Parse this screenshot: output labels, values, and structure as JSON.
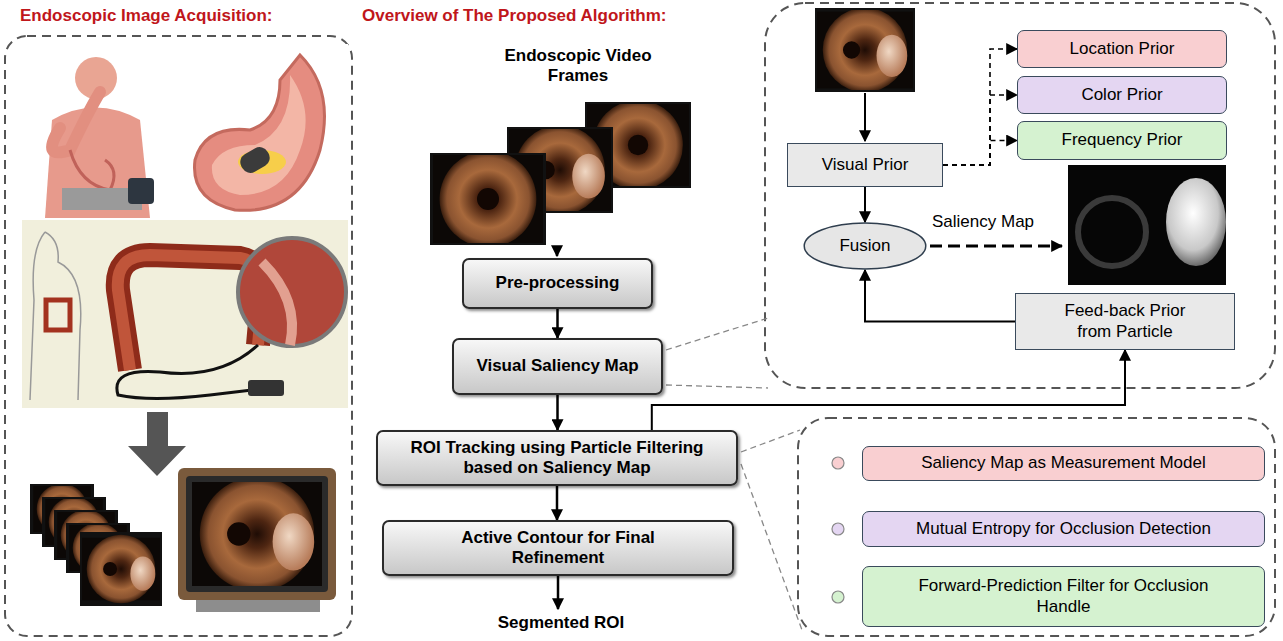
{
  "diagram": {
    "nodes": [
      {
        "text": [
          "Pre-processing"
        ]
      },
      {
        "text": [
          "Visual Saliency Map"
        ]
      },
      {
        "text": [
          "ROI Tracking using Particle Filtering based on Saliency Map"
        ]
      },
      {
        "text": [
          "Active Contour for Final Refinement"
        ]
      },
      {
        "text": [
          "Segmented ROI"
        ]
      },
      {
        "text": [
          "Visual Prior"
        ]
      },
      {
        "text": [
          "Location Prior"
        ]
      },
      {
        "text": [
          "Color Prior"
        ]
      },
      {
        "text": [
          "Frequency Prior"
        ]
      },
      {
        "text": [
          "Fusion"
        ]
      },
      {
        "text": [
          "Feed-back Prior from Particle"
        ]
      },
      {
        "text": [
          "Saliency Map as Measurement Model"
        ]
      },
      {
        "text": [
          "Mutual Entropy for Occlusion Detection"
        ]
      },
      {
        "text": [
          "Forward-Prediction Filter for Occlusion Handle"
        ]
      }
    ],
    "edges": [
      {
        "from": 0,
        "to": 1,
        "arrow": "to"
      },
      {
        "from": 1,
        "to": 2,
        "arrow": "to"
      },
      {
        "from": 2,
        "to": 3,
        "arrow": "to"
      },
      {
        "from": 3,
        "to": 4,
        "arrow": "to"
      },
      {
        "from": 5,
        "to": 6,
        "arrow": "to"
      },
      {
        "from": 5,
        "to": 7,
        "arrow": "to"
      },
      {
        "from": 5,
        "to": 8,
        "arrow": "to"
      },
      {
        "from": 5,
        "to": 9,
        "arrow": "to"
      },
      {
        "from": 10,
        "to": 9,
        "arrow": "to"
      },
      {
        "from": 2,
        "to": 10,
        "arrow": "to"
      }
    ],
    "labels": [
      "Endoscopic Image Acquisition:",
      "Overview of The Proposed Algorithm:",
      "Endoscopic Video Frames",
      "Saliency Map"
    ]
  }
}
